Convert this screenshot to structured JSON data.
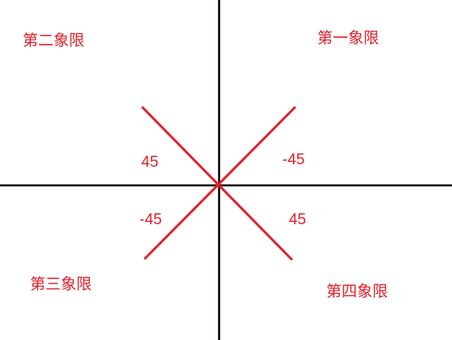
{
  "quadrants": {
    "q1": "第一象限",
    "q2": "第二象限",
    "q3": "第三象限",
    "q4": "第四象限"
  },
  "angles": {
    "upper_left": "45",
    "upper_right": "-45",
    "lower_left": "-45",
    "lower_right": "45"
  },
  "colors": {
    "axis": "#000000",
    "diagonal": "#e0202a",
    "label": "#e0202a"
  }
}
